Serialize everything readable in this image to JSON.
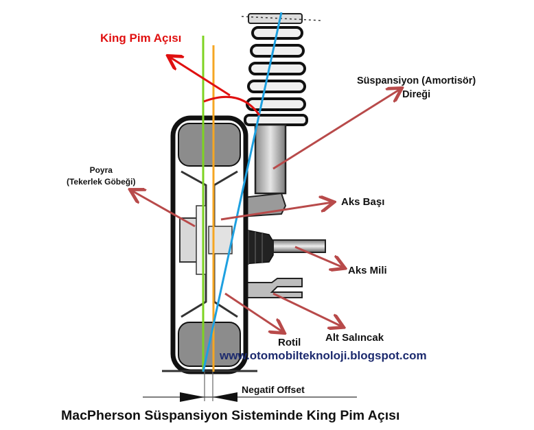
{
  "title": "MacPherson Süspansiyon Sisteminde King Pim Açısı",
  "watermark": "www.otomobilteknoloji.blogspot.com",
  "colors": {
    "king_pin_label": "#e01010",
    "arrow": "#b84a4a",
    "wheel_vertical_line": "#7ed321",
    "center_line": "#f5a623",
    "steering_axis_line": "#1ea0e0",
    "watermark": "#1c2a6e"
  },
  "labels": {
    "king_pin_angle": "King Pim Açısı",
    "strut_line1": "Süspansiyon (Amortisör)",
    "strut_line2": "Direği",
    "hub_line1": "Poyra",
    "hub_line2": "(Tekerlek Göbeği)",
    "knuckle": "Aks Başı",
    "axle_shaft": "Aks Mili",
    "ball_joint": "Rotil",
    "lower_arm": "Alt Salıncak",
    "negative_offset": "Negatif Offset"
  }
}
